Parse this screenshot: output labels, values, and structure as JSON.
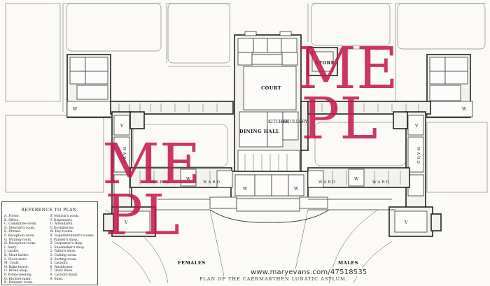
{
  "watermark": {
    "line1": "ME",
    "line2": "PL",
    "color": "#c4144e"
  },
  "credit": "www.maryevans.com/47518535",
  "caption": "PLAN OF THE CAERMARTHEN LUNATIC ASYLUM.",
  "plan_labels": {
    "court": "COURT",
    "store": "STORE",
    "dining_hall": "DINING HALL",
    "kitchen": "KITCHEN",
    "scullery": "SCULLERY",
    "ward": "WARD",
    "females": "FEMALES",
    "males": "MALES",
    "w": "W",
    "v": "V"
  },
  "legend": {
    "title": "REFERENCE TO PLAN.",
    "col1": [
      "A. Porter.",
      "B. Office.",
      "C. Committee-room.",
      "D. Steward's room.",
      "E. Private.",
      "F. Reception-room.",
      "G. Waiting-room.",
      "H. Reception-room.",
      "I. Dairy.",
      "J. Larder.",
      "K. Meat larder.",
      "L. Flour store.",
      "M. Coals.",
      "N. Bake-house.",
      "O. Bread shop.",
      "P. Potato-peeling.",
      "Q. Kitchen-maid.",
      "R. Patients' room."
    ],
    "col2": [
      "S. Matron's room.",
      "T. Dispensary.",
      "U. Attendants.",
      "V. Dormitories.",
      "W. Day-rooms.",
      "X. Superintendent's rooms.",
      "Y. Painter's shop.",
      "Z. Carpenter's shop.",
      "1. Shoemaker's shop.",
      "2. Tailor's shop.",
      "3. Cutting-room.",
      "4. Sorting-room.",
      "5. Laundry.",
      "6. Washhouse.",
      "7. Dairy linen.",
      "8. Laundry-maid.",
      "9. Shed."
    ]
  }
}
